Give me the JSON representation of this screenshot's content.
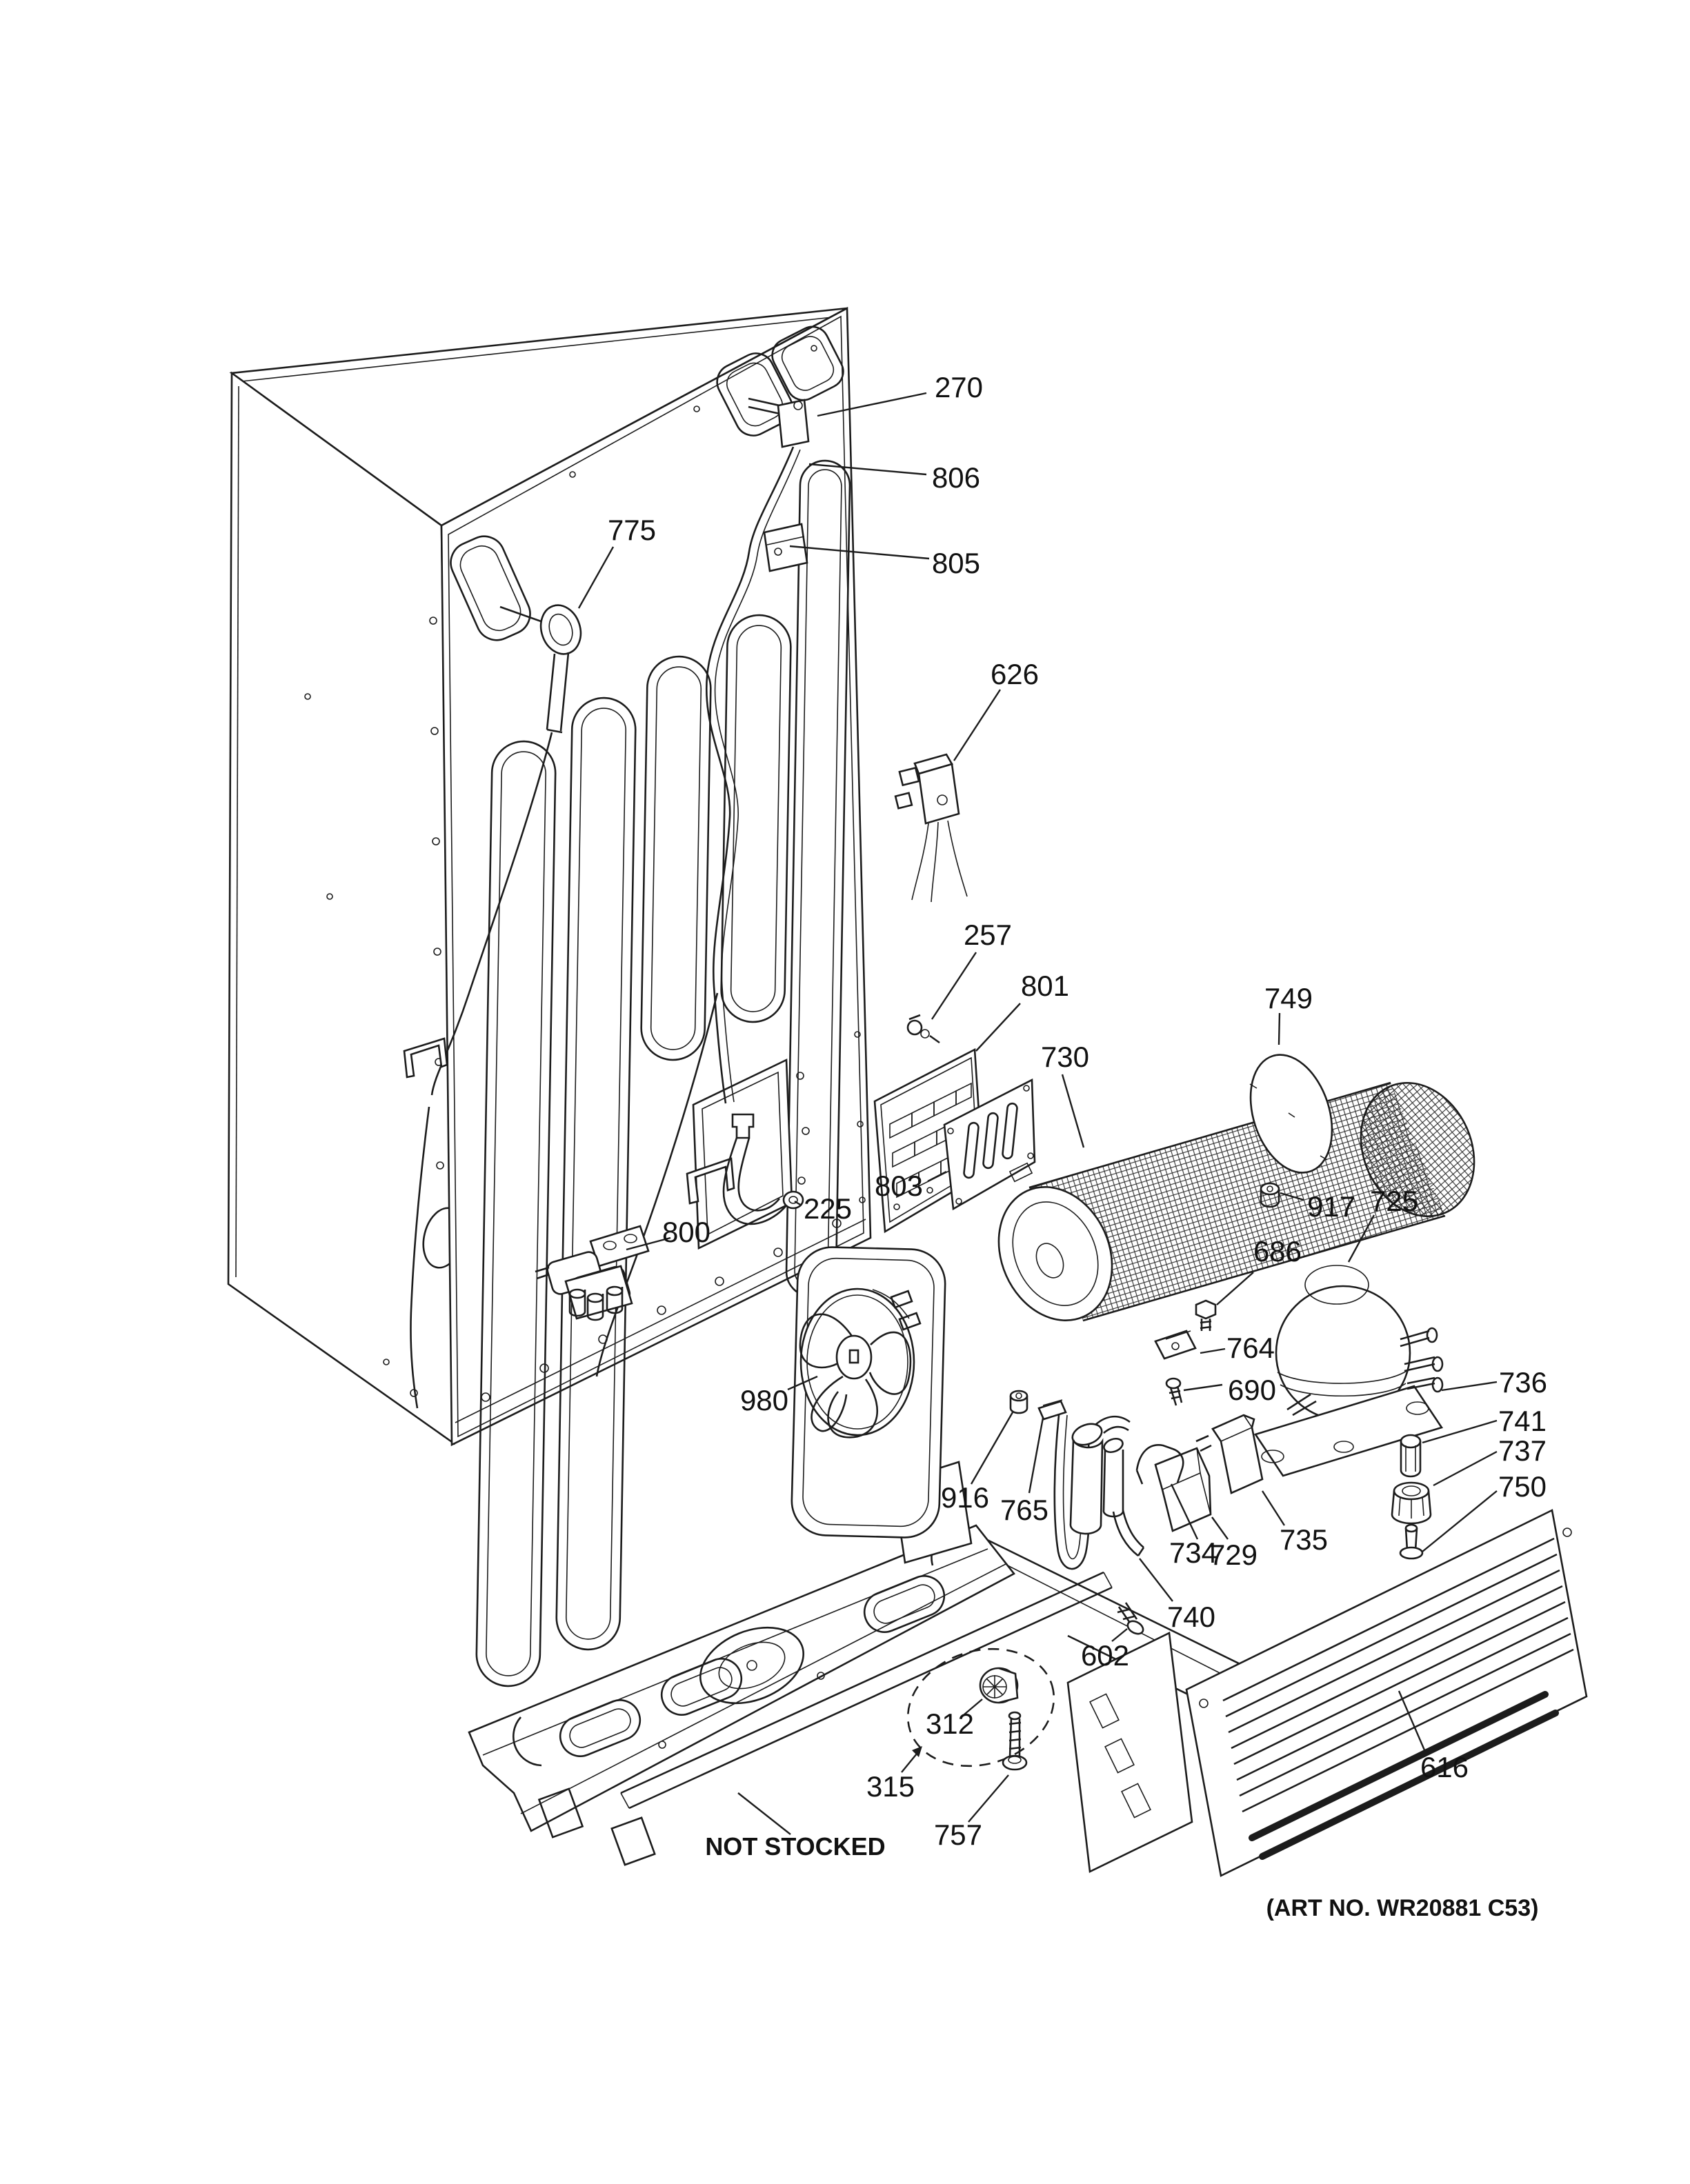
{
  "drawing": {
    "title_stamp": "NOT STOCKED",
    "art_no": "(ART NO. WR20881 C53)",
    "background": "#ffffff",
    "line_color": "#1c1c1c",
    "text_color": "#111111",
    "callouts": [
      {
        "id": "270",
        "text": "270"
      },
      {
        "id": "806",
        "text": "806"
      },
      {
        "id": "805",
        "text": "805"
      },
      {
        "id": "775",
        "text": "775"
      },
      {
        "id": "626",
        "text": "626"
      },
      {
        "id": "257",
        "text": "257"
      },
      {
        "id": "801",
        "text": "801"
      },
      {
        "id": "730",
        "text": "730"
      },
      {
        "id": "803",
        "text": "803"
      },
      {
        "id": "749",
        "text": "749"
      },
      {
        "id": "917",
        "text": "917"
      },
      {
        "id": "725",
        "text": "725"
      },
      {
        "id": "686",
        "text": "686"
      },
      {
        "id": "764",
        "text": "764"
      },
      {
        "id": "690",
        "text": "690"
      },
      {
        "id": "736",
        "text": "736"
      },
      {
        "id": "741",
        "text": "741"
      },
      {
        "id": "737",
        "text": "737"
      },
      {
        "id": "750",
        "text": "750"
      },
      {
        "id": "735",
        "text": "735"
      },
      {
        "id": "729",
        "text": "729"
      },
      {
        "id": "734",
        "text": "734"
      },
      {
        "id": "916",
        "text": "916"
      },
      {
        "id": "765",
        "text": "765"
      },
      {
        "id": "740",
        "text": "740"
      },
      {
        "id": "602",
        "text": "602"
      },
      {
        "id": "312",
        "text": "312"
      },
      {
        "id": "315",
        "text": "315"
      },
      {
        "id": "757",
        "text": "757"
      },
      {
        "id": "616",
        "text": "616"
      },
      {
        "id": "980",
        "text": "980"
      },
      {
        "id": "800",
        "text": "800"
      },
      {
        "id": "225",
        "text": "225"
      }
    ]
  }
}
